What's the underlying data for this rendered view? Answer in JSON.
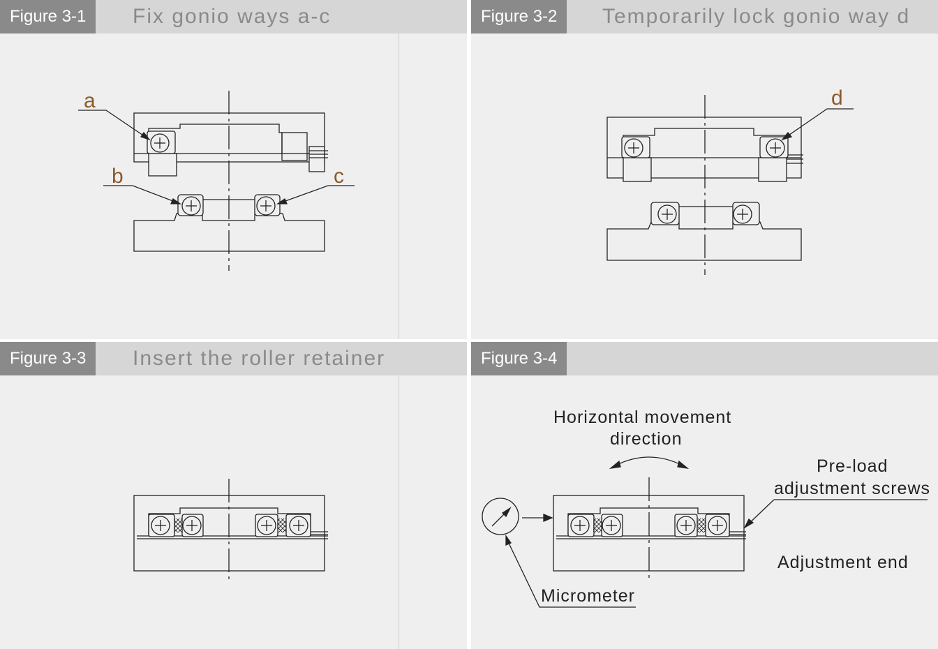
{
  "figures": [
    {
      "label": "Figure 3-1",
      "title": "Fix gonio ways a-c"
    },
    {
      "label": "Figure 3-2",
      "title": "Temporarily lock gonio way d"
    },
    {
      "label": "Figure 3-3",
      "title": "Insert the roller retainer"
    },
    {
      "label": "Figure 3-4",
      "title": ""
    }
  ],
  "callouts_fig1": {
    "a": "a",
    "b": "b",
    "c": "c"
  },
  "callouts_fig2": {
    "d": "d"
  },
  "fig4_labels": {
    "movement_line1": "Horizontal movement",
    "movement_line2": "direction",
    "preload_line1": "Pre-load",
    "preload_line2": "adjustment screws",
    "adjustment_end": "Adjustment end",
    "micrometer": "Micrometer"
  },
  "colors": {
    "panel_bg": "#efefef",
    "header_bg": "#d6d6d6",
    "label_bg": "#8a8a8a",
    "callout_text": "#8b5a2b",
    "line": "#222222"
  }
}
